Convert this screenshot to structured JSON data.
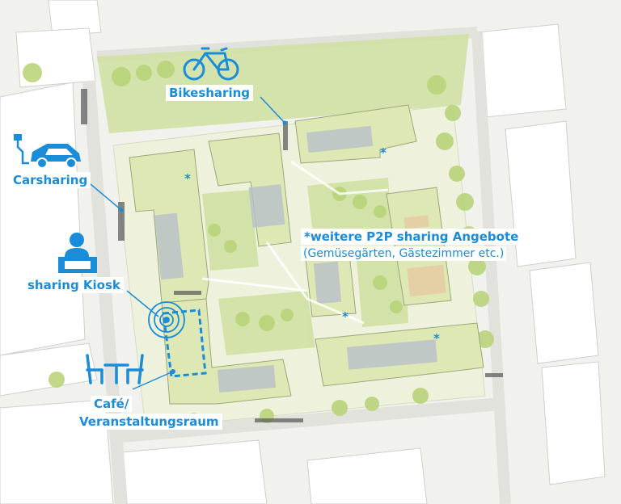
{
  "labels": {
    "bikesharing": "Bikesharing",
    "carsharing": "Carsharing",
    "kiosk": "sharing Kiosk",
    "p2p_title": "*weitere P2P sharing Angebote",
    "p2p_sub": "(Gemüsegärten, Gästezimmer etc.)",
    "cafe_line1": "Café/",
    "cafe_line2": "Veranstaltungsraum"
  },
  "markers": {
    "asterisk": "*"
  },
  "icons": {
    "bike": "bicycle-icon",
    "car": "car-icon",
    "kiosk": "kiosk-person-icon",
    "cafe": "cafe-table-chairs-icon",
    "location": "location-target-icon"
  },
  "colors": {
    "accent": "#1a8cd8",
    "block_green": "#dde8b4",
    "ground": "#f1f2ee"
  }
}
